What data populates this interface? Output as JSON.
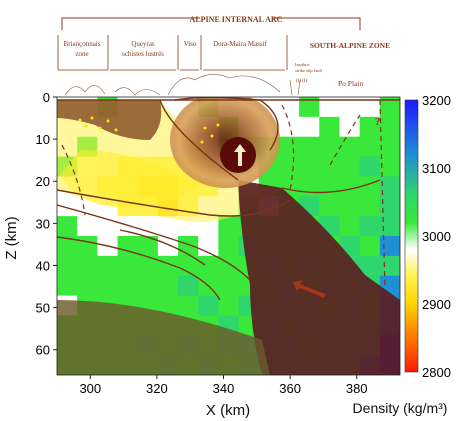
{
  "header": {
    "arc_title": "ALPINE INTERNAL ARC",
    "south_title": "SOUTH-ALPINE ZONE",
    "zones": [
      "Briançonnais zone",
      "Queyras schistes lustrés",
      "Viso",
      "Dora-Maira Massif"
    ],
    "fault_label": "Insubric strike slip fault",
    "fault_code": "(I) (I)",
    "po_plain": "Po Plain",
    "question_mark": "?"
  },
  "chart_data": {
    "type": "heatmap",
    "xlabel": "X (km)",
    "ylabel": "Z (km)",
    "x_ticks": [
      300,
      320,
      340,
      360,
      380
    ],
    "y_ticks": [
      0,
      10,
      20,
      30,
      40,
      50,
      60
    ],
    "xlim": [
      290,
      393
    ],
    "ylim": [
      0,
      66
    ],
    "colorbar": {
      "label": "Density (kg/m³)",
      "ticks": [
        3200,
        3100,
        3000,
        2900,
        2800
      ],
      "range": [
        2800,
        3200
      ],
      "colors": [
        "#1a1aff",
        "#1f8fd6",
        "#2fd66b",
        "#39e83a",
        "#ffffff",
        "#fff24d",
        "#ffd400",
        "#ff7a00",
        "#ff1a00"
      ]
    }
  },
  "colors": {
    "slab": "#5b1e22",
    "crust_brown": "#8a5428",
    "mantle_green": "#2fd447"
  }
}
